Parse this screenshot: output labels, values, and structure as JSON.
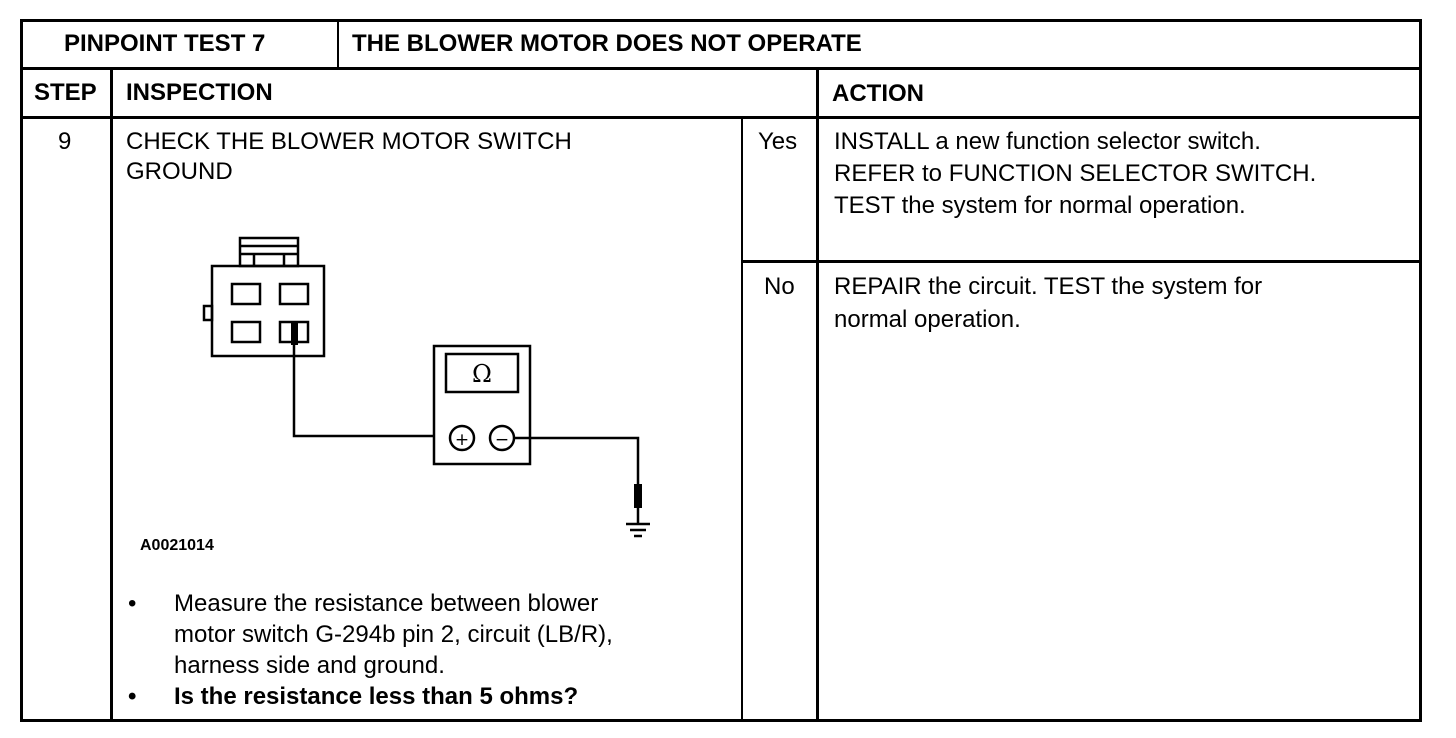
{
  "header": {
    "test_label": "PINPOINT TEST 7",
    "test_title": "THE BLOWER MOTOR DOES NOT OPERATE"
  },
  "columns": {
    "step": "STEP",
    "inspection": "INSPECTION",
    "action": "ACTION"
  },
  "row": {
    "step": "9",
    "inspection_title_line1": "CHECK THE BLOWER MOTOR SWITCH",
    "inspection_title_line2": "GROUND",
    "figure": {
      "id": "A0021014",
      "meter_symbol": "Ω",
      "plus": "+",
      "minus": "−"
    },
    "bullets": [
      {
        "lines": [
          "Measure the resistance between blower",
          "motor switch G-294b pin 2, circuit (LB/R),",
          "harness side and ground."
        ],
        "bold": false
      },
      {
        "lines": [
          "Is the resistance less than 5 ohms?"
        ],
        "bold": true
      }
    ],
    "bullet_glyph": "•",
    "answers": [
      {
        "label": "Yes",
        "lines": [
          "INSTALL a new function selector switch.",
          "REFER to FUNCTION SELECTOR SWITCH.",
          "TEST the system for  normal operation."
        ]
      },
      {
        "label": "No",
        "lines": [
          "REPAIR the circuit.  TEST the system for",
          "normal operation."
        ]
      }
    ]
  }
}
